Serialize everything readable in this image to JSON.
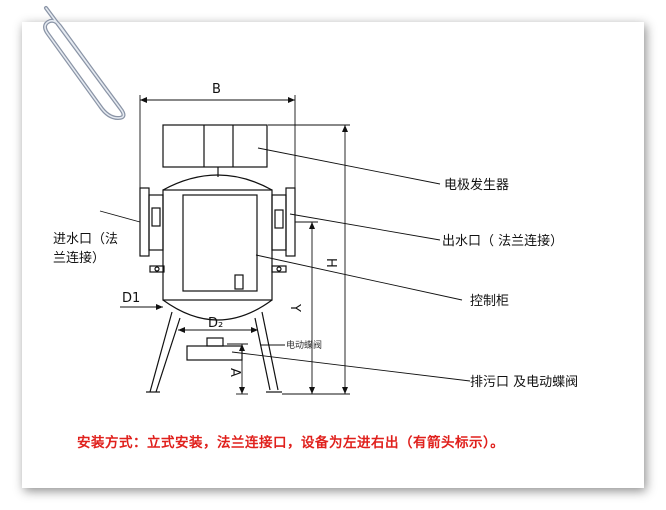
{
  "diagram": {
    "labels": {
      "electrode_generator": "电极发生器",
      "inlet_line1": "进水口（法",
      "inlet_line2": "兰连接）",
      "outlet": "出水口（ 法兰连接）",
      "control_cabinet": "控制柜",
      "drain": "排污口 及电动蝶阀",
      "valve_small": "电动蝶阀"
    },
    "dimensions": {
      "B": "B",
      "H": "H",
      "Y": "Y",
      "A": "A",
      "D1": "D1",
      "D2": "D₂"
    }
  },
  "note": "安装方式：立式安装，法兰连接口，设备为左进右出（有箭头标示）。"
}
